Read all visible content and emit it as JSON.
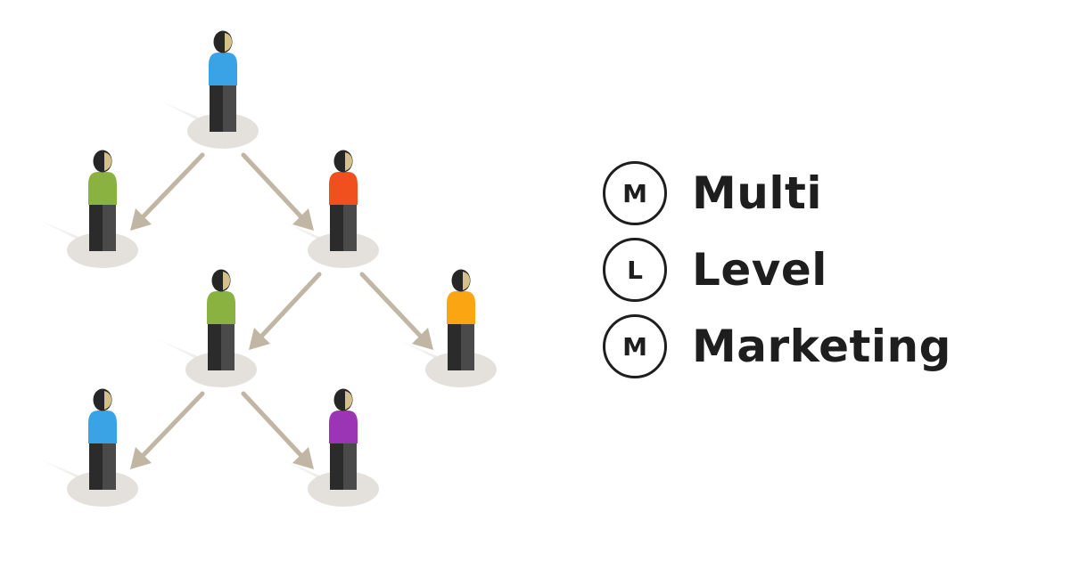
{
  "legend": [
    {
      "letter": "M",
      "word": "Multi"
    },
    {
      "letter": "L",
      "word": "Level"
    },
    {
      "letter": "M",
      "word": "Marketing"
    }
  ],
  "colors": {
    "person_blue": "#3aa3e6",
    "person_green": "#8ab240",
    "person_red": "#f0501e",
    "person_orange": "#fba512",
    "person_purple": "#9b35b6",
    "head": "#262626",
    "face": "#d4c089",
    "body_dark": "#2b2b2b",
    "body_light": "#4a4a4a",
    "base": "#e4e1dc",
    "arrow": "#c1b6a4",
    "text": "#1e1e1e"
  }
}
